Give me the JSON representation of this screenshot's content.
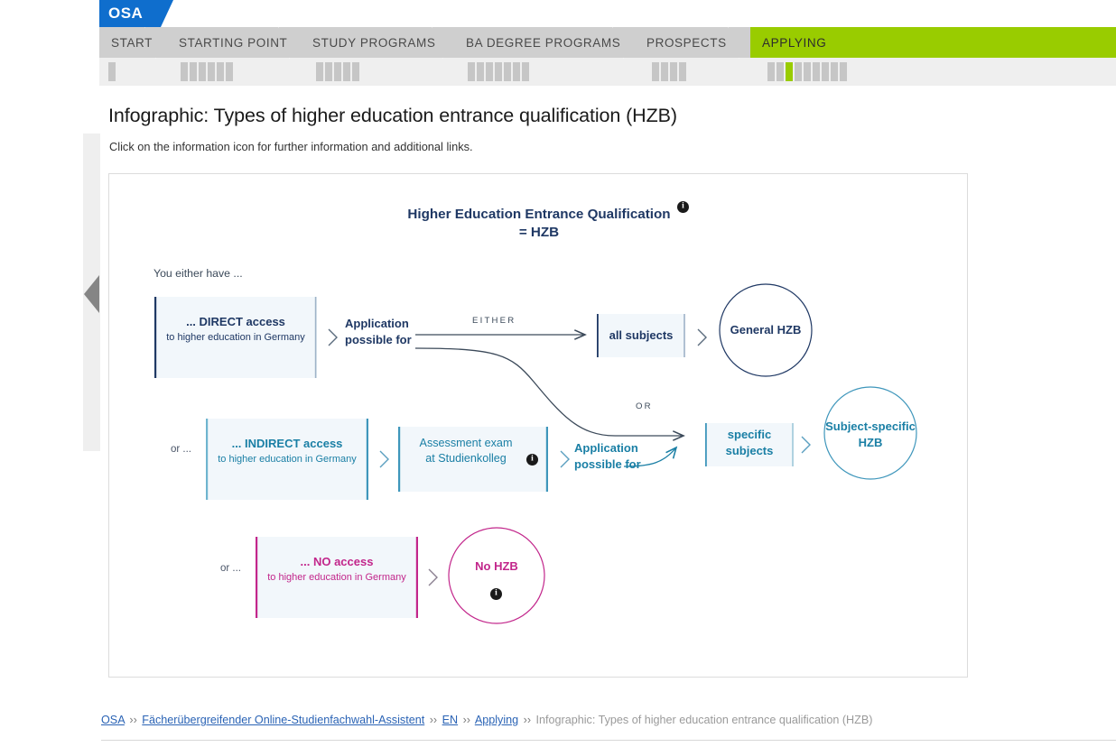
{
  "brand": {
    "logo_label": "OSA",
    "accent_green": "#99cc00",
    "accent_blue": "#0f6ecd"
  },
  "nav": {
    "items": [
      {
        "label": "START",
        "active": false,
        "bars": 1,
        "active_bar": -1
      },
      {
        "label": "STARTING POINT",
        "active": false,
        "bars": 6,
        "active_bar": -1
      },
      {
        "label": "STUDY PROGRAMS",
        "active": false,
        "bars": 5,
        "active_bar": -1
      },
      {
        "label": "BA DEGREE PROGRAMS",
        "active": false,
        "bars": 7,
        "active_bar": -1
      },
      {
        "label": "PROSPECTS",
        "active": false,
        "bars": 4,
        "active_bar": -1
      },
      {
        "label": "APPLYING",
        "active": true,
        "bars": 9,
        "active_bar": 2
      }
    ]
  },
  "page": {
    "title": "Infographic: Types of higher education entrance qualification (HZB)",
    "subtitle": "Click on the information icon for further information and additional links."
  },
  "infographic": {
    "title_line1": "Higher Education Entrance Qualification",
    "title_line2": "= HZB",
    "title_info_icon": "info-icon",
    "intro": "You either have ...",
    "or_label_1": "or ...",
    "or_label_2": "or ...",
    "rows": [
      {
        "id": "direct",
        "color": "#1f3864",
        "box_title": "... DIRECT access",
        "box_sub": "to higher education in Germany",
        "connector_label_line1": "Application",
        "connector_label_line2": "possible for",
        "branch_either": "EITHER",
        "branch_or": "OR",
        "target_box": "all subjects",
        "result": "General HZB"
      },
      {
        "id": "indirect",
        "color": "#1a7fa5",
        "box_title": "... INDIRECT access",
        "box_sub": "to higher education in Germany",
        "step_line1": "Assessment exam",
        "step_line2": "at Studienkolleg",
        "step_info_icon": "info-icon",
        "connector_label_line1": "Application",
        "connector_label_line2": "possible for",
        "target_box_line1": "specific",
        "target_box_line2": "subjects",
        "result_line1": "Subject-specific",
        "result_line2": "HZB"
      },
      {
        "id": "noaccess",
        "color": "#c2268b",
        "box_title": "... NO access",
        "box_sub": "to higher education in Germany",
        "result": "No HZB",
        "result_info_icon": "info-icon"
      }
    ]
  },
  "breadcrumb": {
    "items": [
      {
        "label": "OSA",
        "link": true
      },
      {
        "label": "Fächerübergreifender Online-Studienfachwahl-Assistent",
        "link": true
      },
      {
        "label": "EN",
        "link": true
      },
      {
        "label": "Applying",
        "link": true
      },
      {
        "label": "Infographic: Types of higher education entrance qualification (HZB)",
        "link": false
      }
    ],
    "separator": "››"
  }
}
